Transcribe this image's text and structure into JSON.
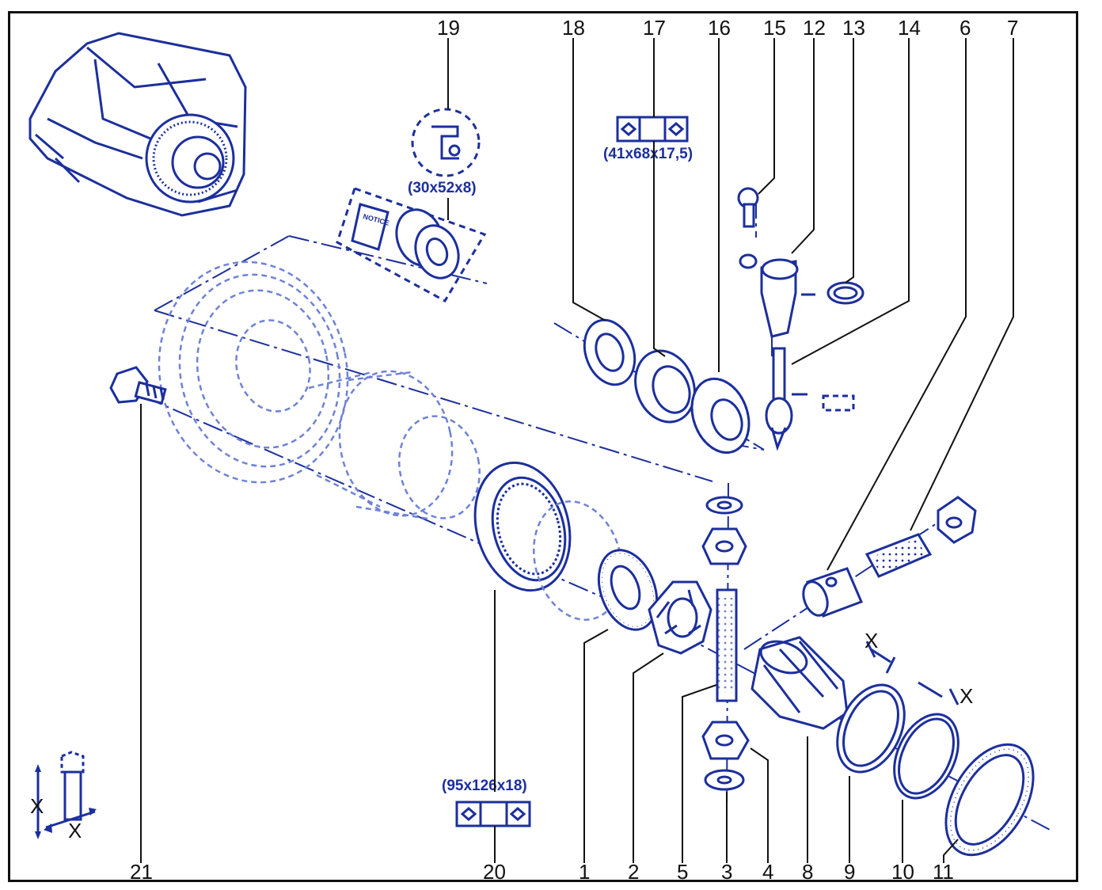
{
  "diagram": {
    "callouts": [
      {
        "id": "c19",
        "text": "19"
      },
      {
        "id": "c18",
        "text": "18"
      },
      {
        "id": "c17",
        "text": "17"
      },
      {
        "id": "c16",
        "text": "16"
      },
      {
        "id": "c15",
        "text": "15"
      },
      {
        "id": "c12",
        "text": "12"
      },
      {
        "id": "c13",
        "text": "13"
      },
      {
        "id": "c14",
        "text": "14"
      },
      {
        "id": "c6",
        "text": "6"
      },
      {
        "id": "c7",
        "text": "7"
      },
      {
        "id": "c21",
        "text": "21"
      },
      {
        "id": "c20",
        "text": "20"
      },
      {
        "id": "c1",
        "text": "1"
      },
      {
        "id": "c2",
        "text": "2"
      },
      {
        "id": "c5",
        "text": "5"
      },
      {
        "id": "c3",
        "text": "3"
      },
      {
        "id": "c4",
        "text": "4"
      },
      {
        "id": "c8",
        "text": "8"
      },
      {
        "id": "c9",
        "text": "9"
      },
      {
        "id": "c10",
        "text": "10"
      },
      {
        "id": "c11",
        "text": "11"
      }
    ],
    "dimensions": {
      "seal_19": "(30x52x8)",
      "bearing_17": "(41x68x17,5)",
      "bearing_20": "(95x126x18)"
    },
    "notice_label": "NOTICE",
    "measure_labels": {
      "bolt_x_vertical": "X",
      "bolt_x_horizontal": "X",
      "ring_x_9": "X",
      "ring_x_10": "X"
    }
  },
  "colors": {
    "ink": "#1c2f9c",
    "ghost": "#6f82d6",
    "text": "#111111"
  }
}
